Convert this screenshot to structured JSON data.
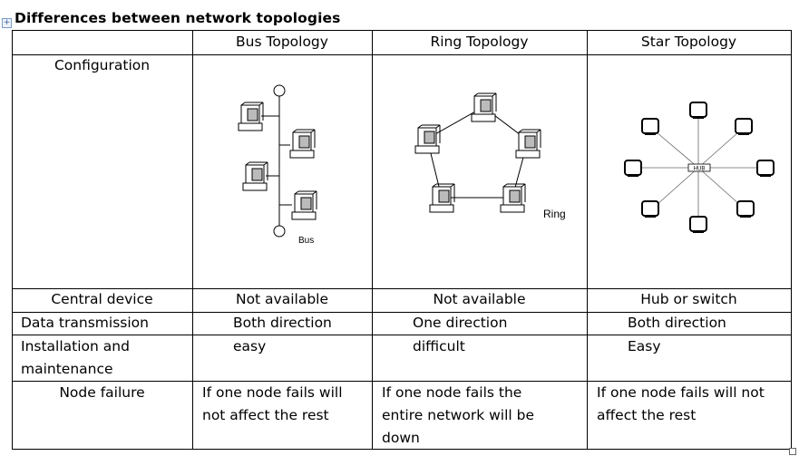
{
  "title": "Differences between network topologies",
  "headers": [
    "",
    "Bus Topology",
    "Ring Topology",
    "Star Topology"
  ],
  "rows": [
    {
      "label": "Configuration",
      "bus": "",
      "ring": "",
      "star": ""
    },
    {
      "label": "Central device",
      "bus": "Not available",
      "ring": "Not available",
      "star": "Hub or switch"
    },
    {
      "label": "Data transmission",
      "bus": "Both direction",
      "ring": "One direction",
      "star": "Both direction"
    },
    {
      "label": "Installation and maintenance",
      "bus": "easy",
      "ring": "difficult",
      "star": "Easy"
    },
    {
      "label": "Node failure",
      "bus": "If one node fails will not affect the rest",
      "ring": "If one node fails the entire network will be down",
      "star": "If one node fails will not affect the rest"
    }
  ],
  "diagrams": {
    "bus_label": "Bus",
    "ring_label": "Ring",
    "hub_label": "HUB"
  }
}
